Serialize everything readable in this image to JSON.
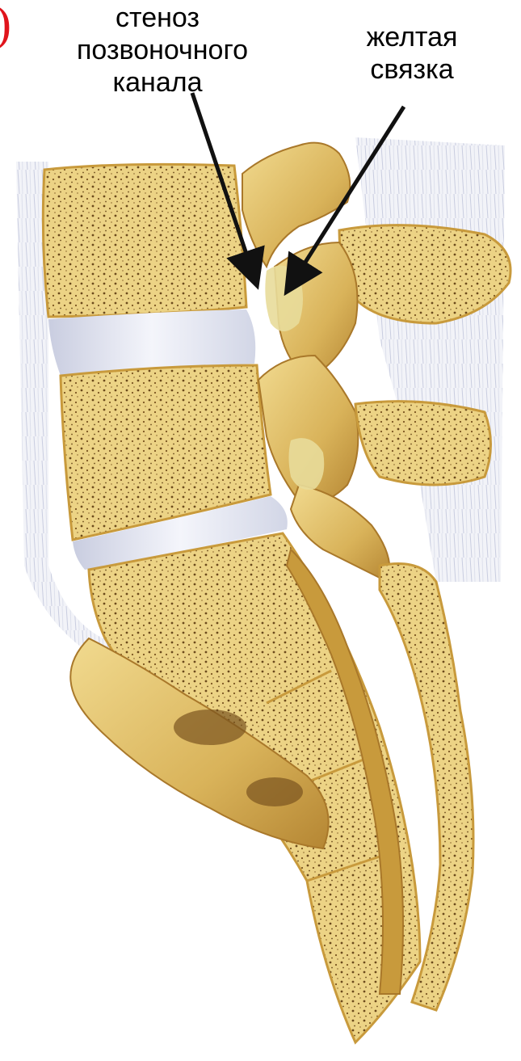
{
  "panel_mark": ")",
  "labels": {
    "stenosis": [
      "стеноз",
      "позвоночного",
      "канала"
    ],
    "ligament": [
      "желтая",
      "связка"
    ]
  },
  "colors": {
    "bone": "#e8cd7a",
    "bone_dark": "#c89a3c",
    "bone_shadow": "#a9782a",
    "disc": "#e6e8f2",
    "ligament_fibers": "#d9dde8",
    "pores": "#6b4a1c",
    "arrow": "#111111",
    "panel_mark": "#e0141c"
  }
}
